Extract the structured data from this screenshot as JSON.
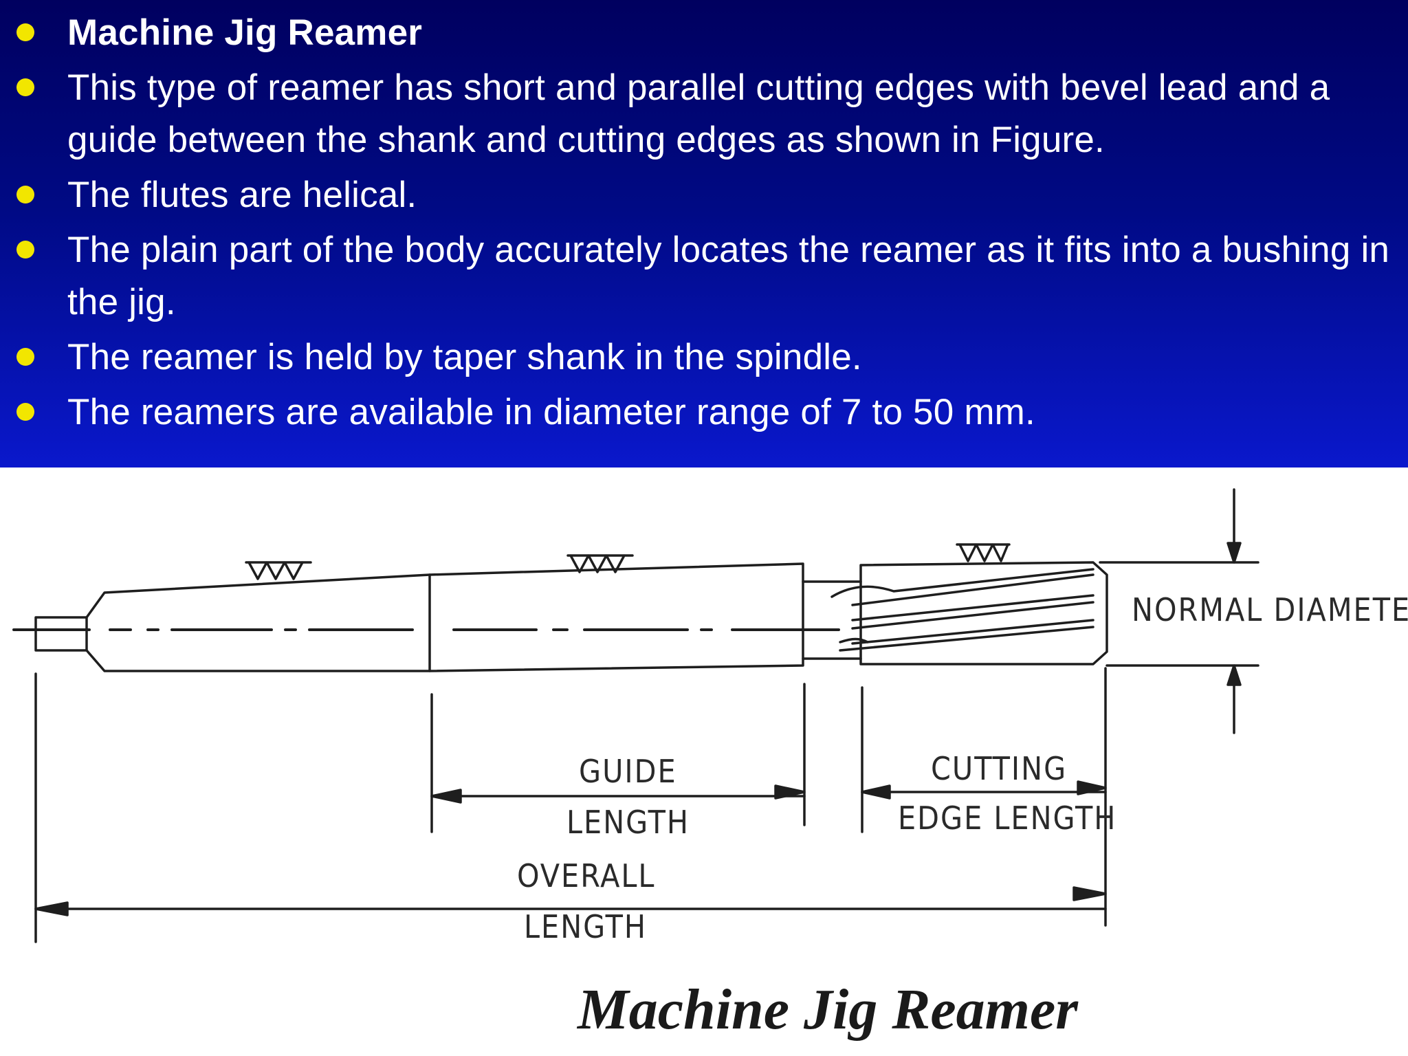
{
  "bullets": [
    "Machine Jig Reamer",
    "This type of reamer has short and parallel cutting edges with bevel lead and a guide between the shank and cutting edges as shown in Figure.",
    "The flutes are helical.",
    "The plain part of the body accurately locates the reamer as it fits into a bushing in the jig.",
    "The reamer is held by taper shank in the spindle.",
    "The reamers are available in diameter range of 7 to 50 mm."
  ],
  "diagram": {
    "labels": {
      "normal_diameter": "NORMAL DIAMETER",
      "guide_1": "GUIDE",
      "guide_2": "LENGTH",
      "cutting_1": "CUTTING",
      "cutting_2": "EDGE LENGTH",
      "overall_1": "OVERALL",
      "overall_2": "LENGTH"
    },
    "caption": "Machine Jig Reamer"
  },
  "colors": {
    "banner_top": "#00005f",
    "banner_bottom": "#0a18cc",
    "bullet_dot": "#f2e600",
    "text": "#ffffff"
  }
}
